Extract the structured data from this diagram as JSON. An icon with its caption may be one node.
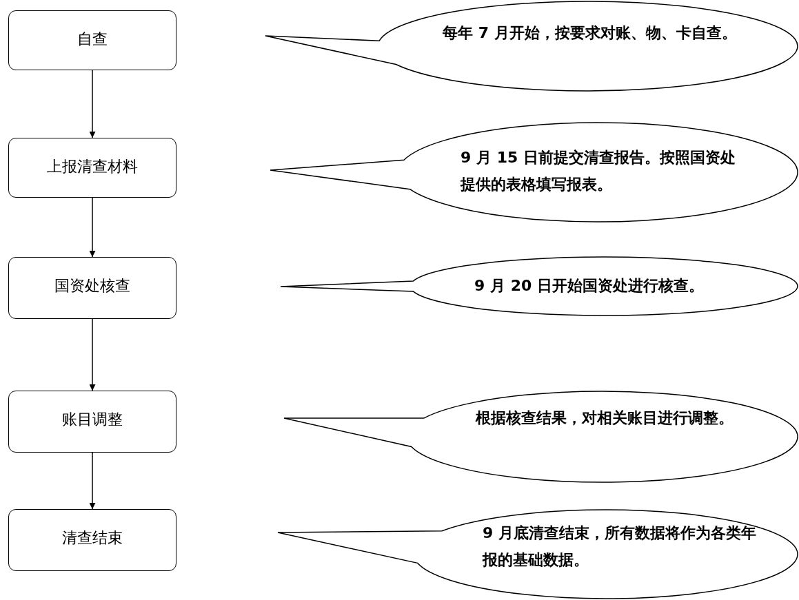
{
  "diagram": {
    "nodes": [
      {
        "text": [
          "自查"
        ]
      },
      {
        "text": [
          "每年 7 月开始，按要求对账、物、卡自查。"
        ]
      },
      {
        "text": [
          "上报清查材料"
        ]
      },
      {
        "text": [
          "9 月 15 日前提交清查报告。按照国资处提供的表格填写报表。"
        ]
      },
      {
        "text": [
          "国资处核查"
        ]
      },
      {
        "text": [
          "9 月 20 日开始国资处进行核查。"
        ]
      },
      {
        "text": [
          "账目调整"
        ]
      },
      {
        "text": [
          "根据核查结果，对相关账目进行调整。"
        ]
      },
      {
        "text": [
          "清查结束"
        ]
      },
      {
        "text": [
          "9  月底清查结束，所有数据将作为各类年报的基础数据。"
        ]
      }
    ],
    "edges": [
      {
        "from": 0,
        "to": 2,
        "arrow": "to"
      },
      {
        "from": 2,
        "to": 4,
        "arrow": "to"
      },
      {
        "from": 4,
        "to": 6,
        "arrow": "to"
      },
      {
        "from": 6,
        "to": 8,
        "arrow": "to"
      }
    ]
  }
}
